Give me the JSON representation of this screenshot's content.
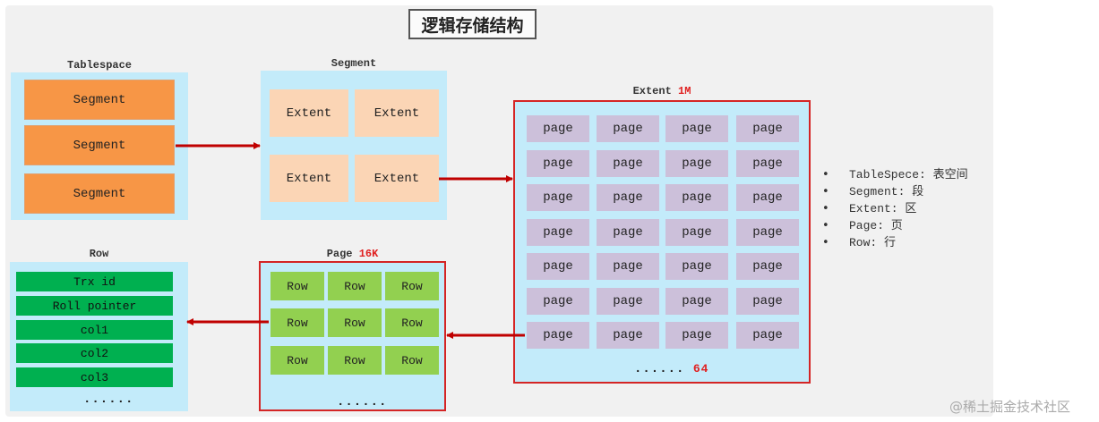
{
  "title": "逻辑存储结构",
  "tablespace": {
    "label": "Tablespace",
    "segments": [
      "Segment",
      "Segment",
      "Segment"
    ]
  },
  "segment": {
    "label": "Segment",
    "extents": [
      "Extent",
      "Extent",
      "Extent",
      "Extent"
    ]
  },
  "extent": {
    "label": "Extent",
    "size": "1M",
    "page_label": "page",
    "rows": 7,
    "cols": 4,
    "dots": "......",
    "count": "64"
  },
  "page": {
    "label": "Page",
    "size": "16K",
    "row_label": "Row",
    "rows": 3,
    "cols": 3,
    "dots": "......"
  },
  "row": {
    "label": "Row",
    "fields": [
      "Trx id",
      "Roll pointer",
      "col1",
      "col2",
      "col3"
    ],
    "dots": "......"
  },
  "legend": [
    "TableSpece: 表空间",
    "Segment: 段",
    "Extent: 区",
    "Page: 页",
    "Row: 行"
  ],
  "watermark": "@稀土掘金技术社区",
  "colors": {
    "container": "#c3ebfa",
    "segment": "#f79646",
    "extent": "#fbd5b5",
    "page": "#ccc0da",
    "row_cell": "#92d050",
    "row_field": "#00b050",
    "arrow": "#c00000",
    "highlight_border": "#d42525"
  }
}
